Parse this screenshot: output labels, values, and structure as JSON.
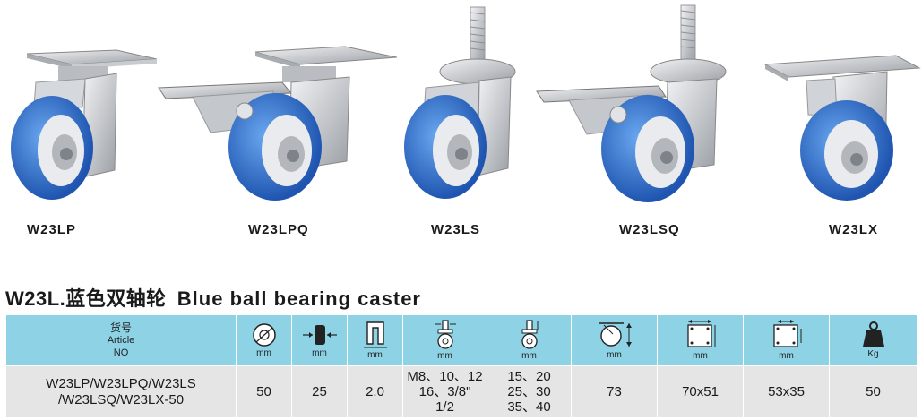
{
  "products": [
    {
      "code": "W23LP"
    },
    {
      "code": "W23LPQ"
    },
    {
      "code": "W23LS"
    },
    {
      "code": "W23LSQ"
    },
    {
      "code": "W23LX"
    }
  ],
  "section": {
    "title_zh": "W23L.蓝色双轴轮",
    "title_en": "Blue ball bearing caster"
  },
  "table": {
    "header": {
      "article_zh": "货号",
      "article_en": "Article",
      "article_no": "NO",
      "units": [
        "mm",
        "mm",
        "mm",
        "mm",
        "mm",
        "mm",
        "mm",
        "mm",
        "Kg"
      ],
      "icons": [
        "wheel-diameter-icon",
        "wheel-width-icon",
        "bracket-thickness-icon",
        "thread-size-icon",
        "thread-length-icon",
        "overall-height-icon",
        "plate-size-icon",
        "bolt-hole-spacing-icon",
        "load-capacity-icon"
      ]
    },
    "row": {
      "article_line1": "W23LP/W23LPQ/W23LS",
      "article_line2": "/W23LSQ/W23LX-50",
      "diameter": "50",
      "width": "25",
      "thickness": "2.0",
      "thread_line1": "M8、10、12",
      "thread_line2": "16、3/8\"",
      "thread_line3": "1/2",
      "length_line1": "15、20",
      "length_line2": "25、30",
      "length_line3": "35、40",
      "height": "73",
      "plate": "70x51",
      "holes": "53x35",
      "load": "50"
    }
  },
  "colors": {
    "header_bg": "#8ed2e6",
    "row_bg": "#e5e5e5",
    "wheel_blue": "#2f6fd0",
    "metal": "#c9ccd0"
  }
}
